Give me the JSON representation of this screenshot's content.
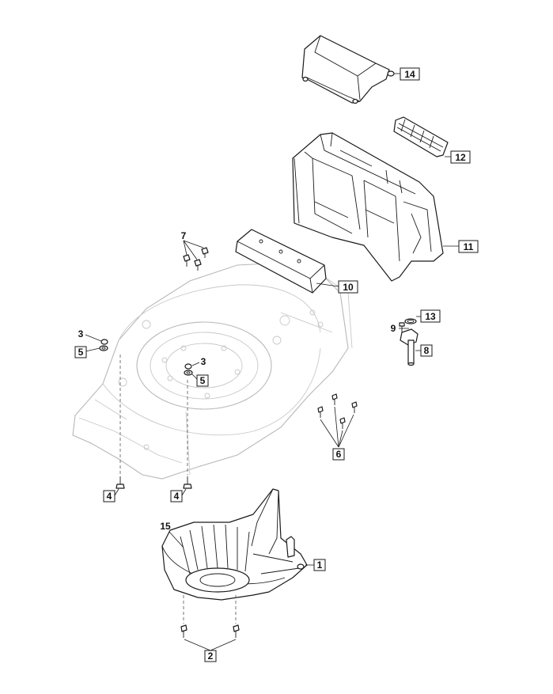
{
  "diagram": {
    "callouts": {
      "c1": "1",
      "c2": "2",
      "c3a": "3",
      "c3b": "3",
      "c4a": "4",
      "c4b": "4",
      "c5a": "5",
      "c5b": "5",
      "c6": "6",
      "c7": "7",
      "c8": "8",
      "c9": "9",
      "c10": "10",
      "c11": "11",
      "c12": "12",
      "c13": "13",
      "c14": "14",
      "c15": "15"
    }
  }
}
